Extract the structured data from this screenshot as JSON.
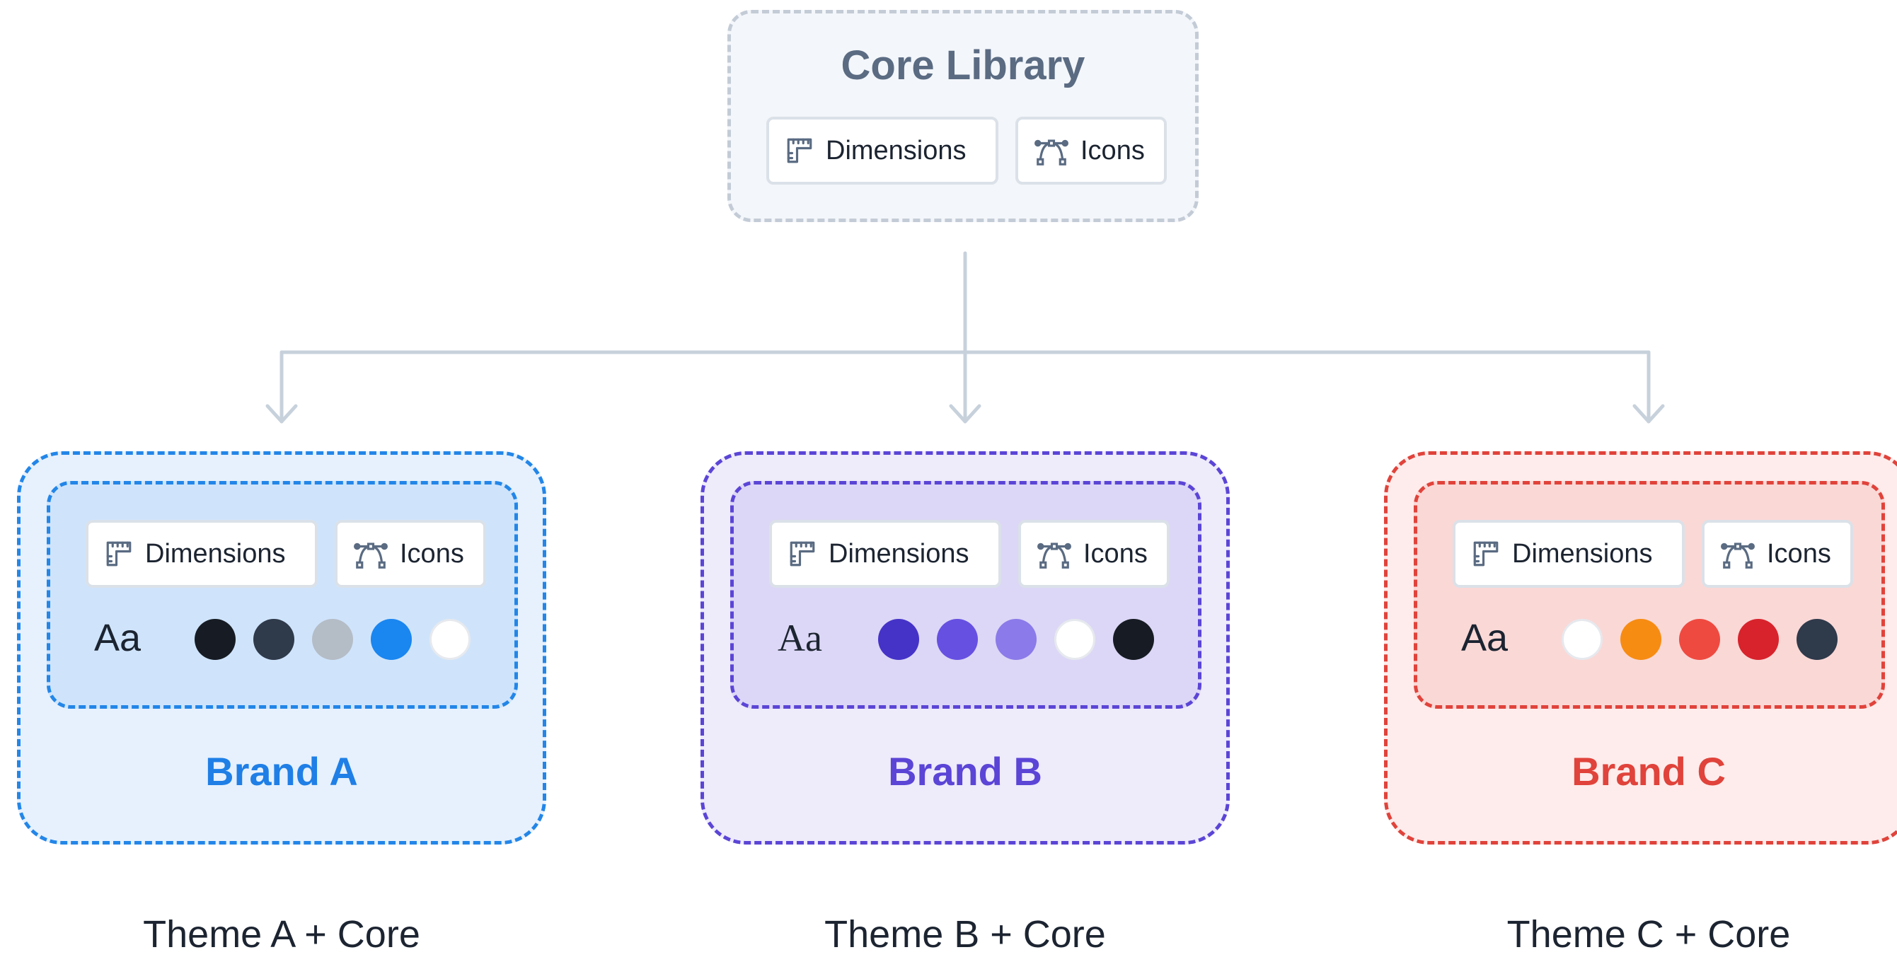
{
  "core": {
    "title": "Core Library",
    "chips": {
      "dimensions": "Dimensions",
      "icons": "Icons"
    }
  },
  "brands": [
    {
      "label": "Brand A",
      "caption": "Theme A + Core",
      "type_sample": "Aa",
      "chips": {
        "dimensions": "Dimensions",
        "icons": "Icons"
      },
      "accent": "#1f7fe6",
      "swatches": [
        "#171c24",
        "#2f3a4b",
        "#b4bcc6",
        "#1a86f0",
        "#ffffff"
      ]
    },
    {
      "label": "Brand B",
      "caption": "Theme B + Core",
      "type_sample": "Aa",
      "chips": {
        "dimensions": "Dimensions",
        "icons": "Icons"
      },
      "accent": "#5b45d6",
      "swatches": [
        "#4533c8",
        "#6650e2",
        "#8b7ae9",
        "#ffffff",
        "#171c24"
      ]
    },
    {
      "label": "Brand C",
      "caption": "Theme C + Core",
      "type_sample": "Aa",
      "chips": {
        "dimensions": "Dimensions",
        "icons": "Icons"
      },
      "accent": "#e0433b",
      "swatches": [
        "#ffffff",
        "#f78c12",
        "#ef4a40",
        "#d8232c",
        "#2f3a4b"
      ]
    }
  ],
  "icons": {
    "dimensions": "ruler-icon",
    "icons": "vector-path-icon"
  },
  "colors": {
    "connector": "#c7d1dc",
    "core_border": "#c3cbd6",
    "core_title": "#5a6b82"
  }
}
